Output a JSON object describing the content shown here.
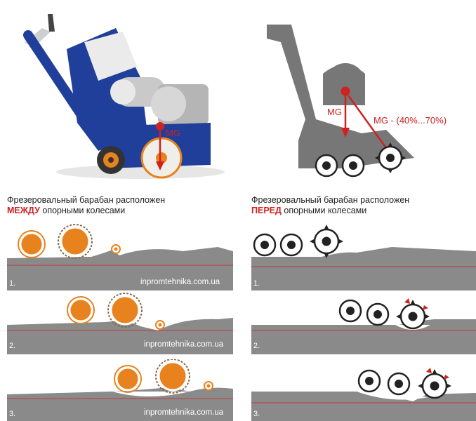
{
  "left_caption": {
    "line1": "Фрезеровальный барабан расположен",
    "emph": "МЕЖДУ",
    "rest": " опорными колесами"
  },
  "right_caption": {
    "line1": "Фрезеровальный барабан расположен",
    "emph": "ПЕРЕД",
    "rest": " опорными колесами"
  },
  "schematic": {
    "mg_label": "MG",
    "mg_percent_label": "MG - (40%...70%)"
  },
  "photo": {
    "mg_label": "MG"
  },
  "watermark": "inpromtehnika.com.ua",
  "steps": [
    "1.",
    "2.",
    "3."
  ],
  "colors": {
    "accent_red": "#d02020",
    "wheel_orange": "#e8821e",
    "ground_gray": "#8a8a8a",
    "machine_blue": "#1f3f9a",
    "machine_gray": "#7a7a7a"
  }
}
